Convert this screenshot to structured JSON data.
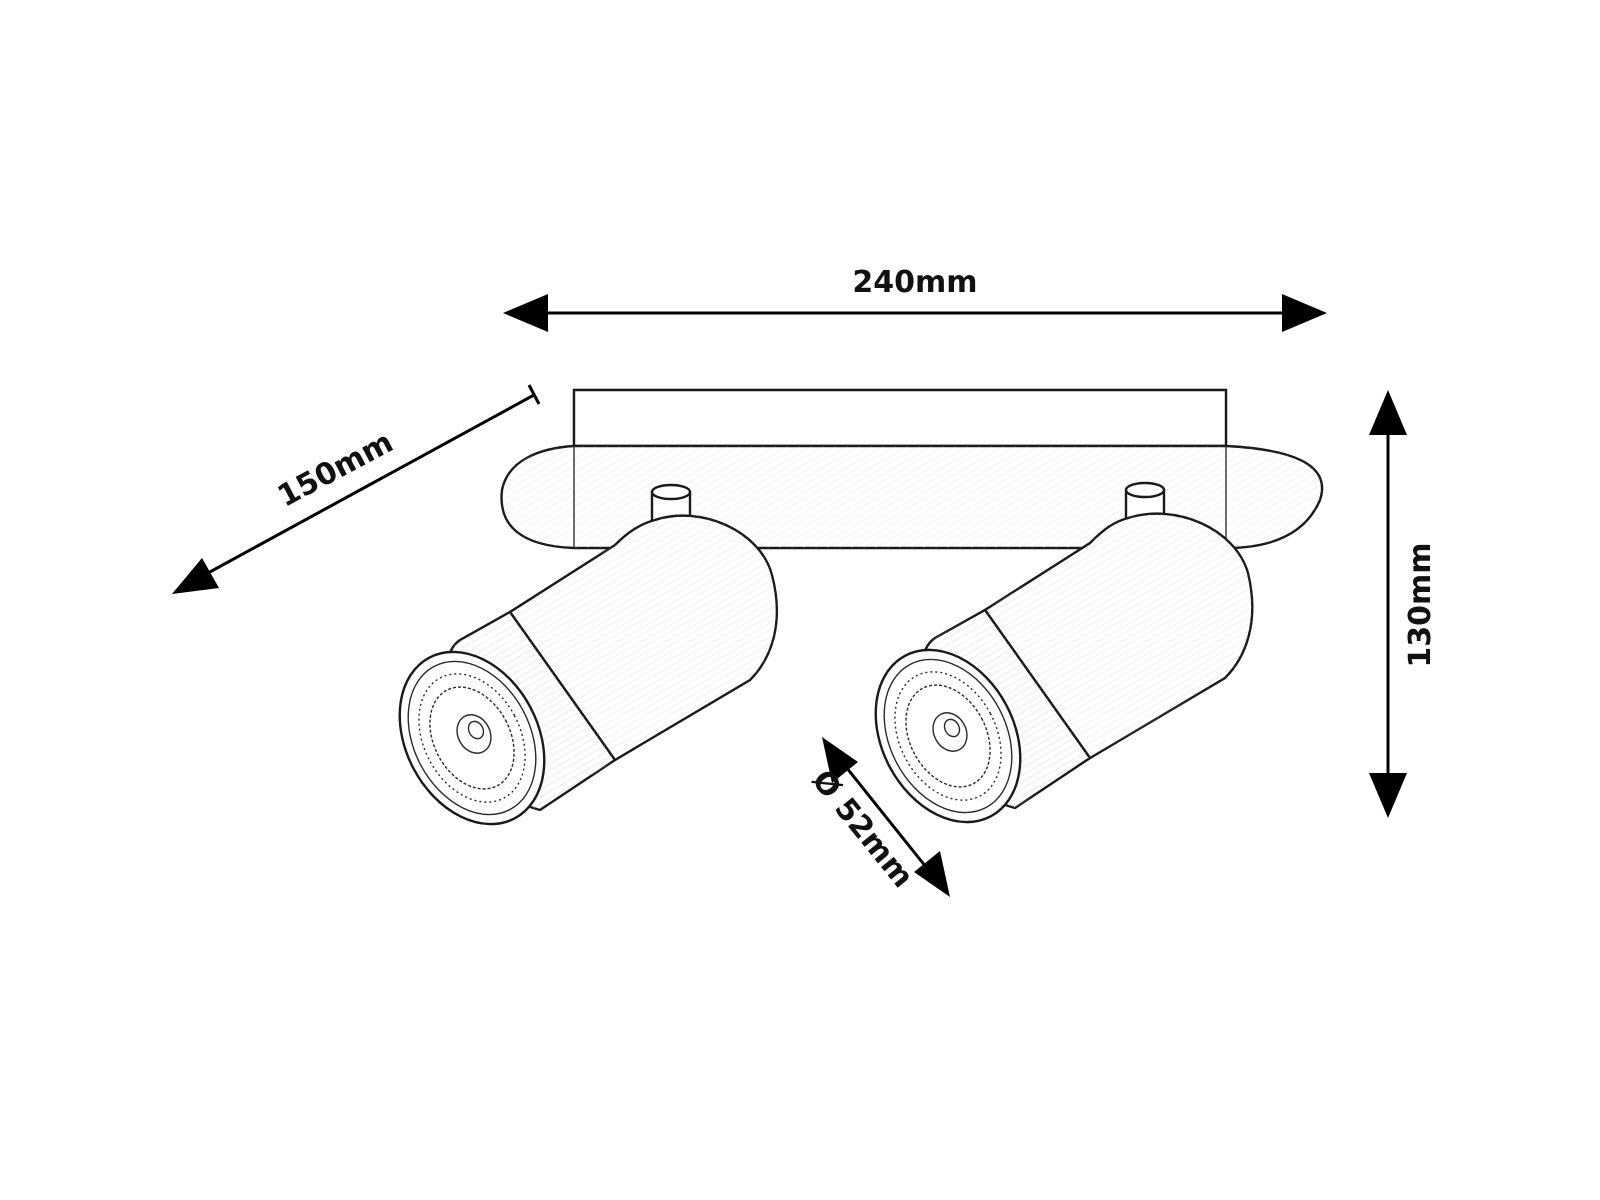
{
  "dimensions": {
    "length": "240mm",
    "depth": "150mm",
    "height": "130mm",
    "diameter": "Ø 52mm"
  },
  "colors": {
    "line": "#1a1a1a",
    "background": "#ffffff"
  }
}
